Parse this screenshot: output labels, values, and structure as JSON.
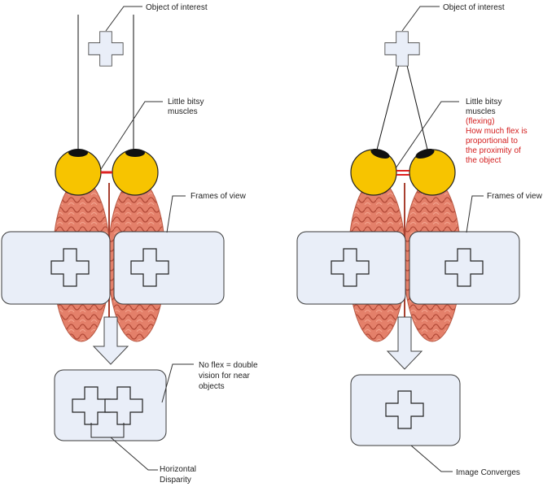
{
  "left_panel": {
    "object_label": "Object of interest",
    "muscles_label": [
      "Little bitsy",
      "muscles"
    ],
    "frames_label": "Frames of view",
    "double_vision_label": [
      "No flex = double",
      "vision for near",
      "objects"
    ],
    "disparity_label": [
      "Horizontal",
      "Disparity"
    ]
  },
  "right_panel": {
    "object_label": "Object of interest",
    "muscles_label": [
      "Little bitsy",
      "muscles"
    ],
    "flexing_note": [
      "(flexing)",
      "How much flex is",
      "proportional to",
      "the proximity of",
      "the object"
    ],
    "frames_label": "Frames of view",
    "converge_label": "Image Converges"
  },
  "colors": {
    "frame_fill": "#e9eef8",
    "frame_stroke": "#3a3a3a",
    "eye_fill": "#f7c400",
    "muscle": "#dd2222",
    "brain": "#e4806a",
    "note_red": "#d42020"
  }
}
